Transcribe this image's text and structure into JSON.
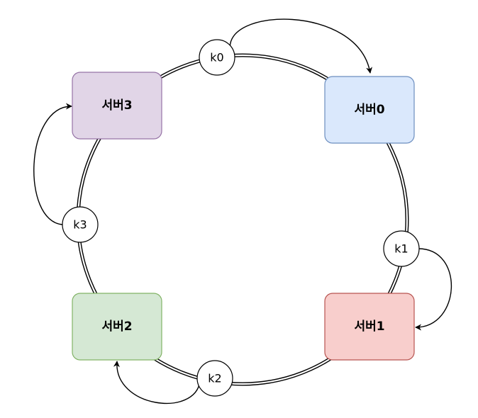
{
  "servers": [
    {
      "label": "서버0",
      "fill": "#dae8fc",
      "stroke": "#6c8ebf"
    },
    {
      "label": "서버1",
      "fill": "#f8cecc",
      "stroke": "#b85450"
    },
    {
      "label": "서버2",
      "fill": "#d5e8d4",
      "stroke": "#82b366"
    },
    {
      "label": "서버3",
      "fill": "#e1d5e7",
      "stroke": "#9673a6"
    }
  ],
  "keys": [
    {
      "label": "k0"
    },
    {
      "label": "k1"
    },
    {
      "label": "k2"
    },
    {
      "label": "k3"
    }
  ]
}
